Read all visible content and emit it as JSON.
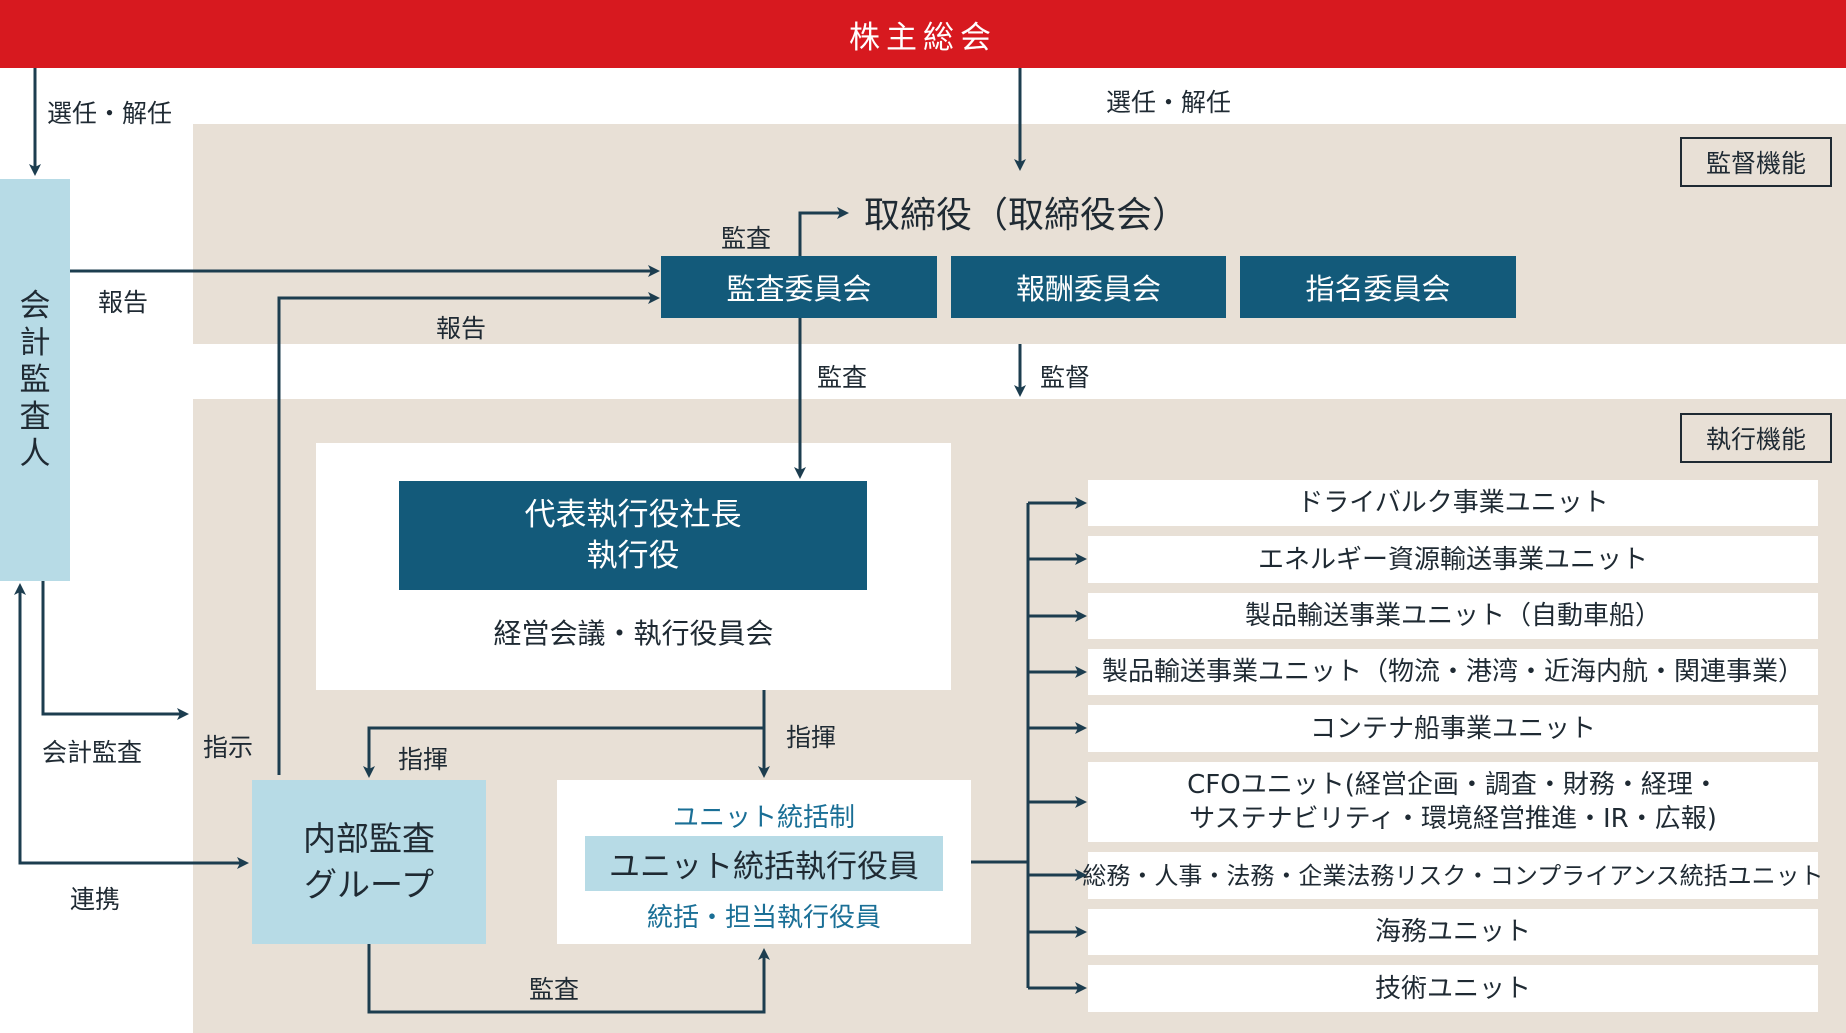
{
  "top_bar": "株主総会",
  "labels": {
    "select_dismiss_left": "選任・解任",
    "select_dismiss_right": "選任・解任",
    "report_1": "報告",
    "report_2": "報告",
    "audit_top": "監査",
    "audit_mid": "監査",
    "supervise": "監督",
    "accounting_audit": "会計監査",
    "instruction": "指示",
    "command_left": "指揮",
    "command_right": "指揮",
    "cooperation": "連携",
    "audit_bottom": "監査"
  },
  "tags": {
    "supervision": "監督機能",
    "execution": "執行機能"
  },
  "auditor": [
    "会",
    "計",
    "監",
    "査",
    "人"
  ],
  "board": "取締役（取締役会）",
  "committees": [
    "監査委員会",
    "報酬委員会",
    "指名委員会"
  ],
  "president": {
    "line1": "代表執行役社長",
    "line2": "執行役"
  },
  "management_meeting": "経営会議・執行役員会",
  "internal_audit": {
    "line1": "内部監査",
    "line2": "グループ"
  },
  "unit_system": {
    "header": "ユニット統括制",
    "main": "ユニット統括執行役員",
    "sub": "統括・担当執行役員"
  },
  "units": [
    "ドライバルク事業ユニット",
    "エネルギー資源輸送事業ユニット",
    "製品輸送事業ユニット（自動車船）",
    "製品輸送事業ユニット（物流・港湾・近海内航・関連事業）",
    "コンテナ船事業ユニット",
    "CFOユニット(経営企画・調査・財務・経理・\nサステナビリティ・環境経営推進・IR・広報)",
    "総務・人事・法務・企業法務リスク・コンプライアンス統括ユニット",
    "海務ユニット",
    "技術ユニット"
  ],
  "colors": {
    "red": "#d7191f",
    "navy": "#135a7a",
    "light_blue": "#b7dbe6",
    "beige": "#e8e0d6",
    "line": "#1c3d4f"
  }
}
